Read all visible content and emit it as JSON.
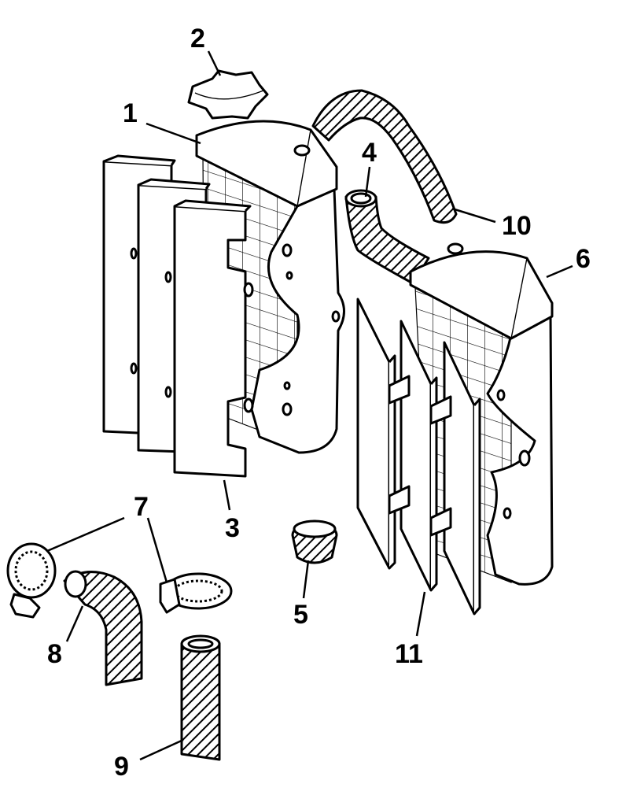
{
  "callouts": {
    "n1": "1",
    "n2": "2",
    "n3": "3",
    "n4": "4",
    "n5": "5",
    "n6": "6",
    "n7": "7",
    "n8": "8",
    "n9": "9",
    "n10": "10",
    "n11": "11"
  },
  "colors": {
    "ink": "#000000",
    "background": "#ffffff"
  }
}
